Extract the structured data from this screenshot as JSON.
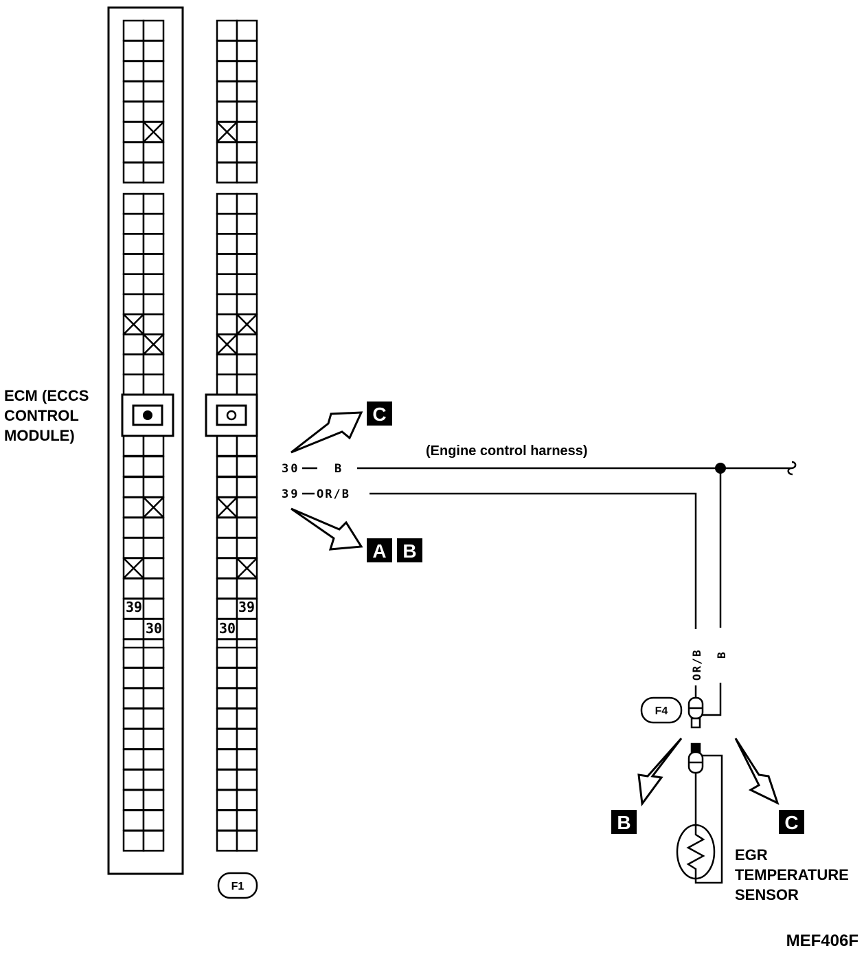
{
  "ecm_label": [
    "ECM (ECCS",
    "CONTROL",
    "MODULE)"
  ],
  "harness_label": "(Engine control harness)",
  "connector_ecm_terminal_a": "39",
  "connector_ecm_terminal_b": "30",
  "connector_harness_terminal_a": "39",
  "connector_harness_terminal_b": "30",
  "connector_id_f1": "F1",
  "connector_id_f4": "F4",
  "wire_30": {
    "terminal": "30",
    "color": "B"
  },
  "wire_39": {
    "terminal": "39",
    "color": "OR/B"
  },
  "vertical_wire_or_b": "OR/B",
  "vertical_wire_b": "B",
  "ref_badges": {
    "top_c": "C",
    "mid_a": "A",
    "mid_b": "B",
    "bottom_b": "B",
    "bottom_c": "C"
  },
  "sensor_label": [
    "EGR",
    "TEMPERATURE",
    "SENSOR"
  ],
  "figure_code": "MEF406F"
}
